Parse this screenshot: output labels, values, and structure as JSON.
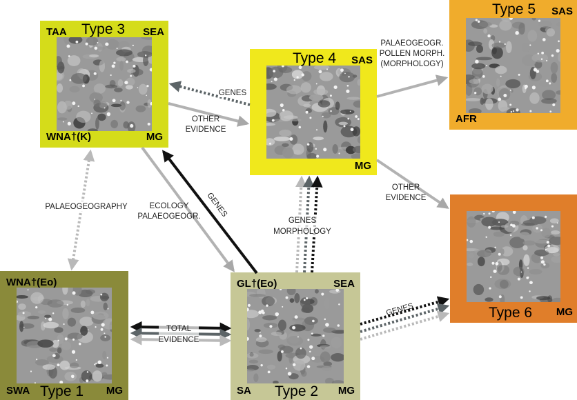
{
  "boxes": {
    "type1": {
      "title": "Type 1",
      "tl": "WNA†(Eo)",
      "bl": "SWA",
      "br": "MG",
      "color": "#8a8a3a"
    },
    "type2": {
      "title": "Type 2",
      "tl": "GL†(Eo)",
      "tr": "SEA",
      "bl": "SA",
      "br": "MG",
      "color": "#c6c796"
    },
    "type3": {
      "title": "Type 3",
      "tl": "TAA",
      "tr": "SEA",
      "bl": "WNA†(K)",
      "br": "MG",
      "color": "#d5dc1a"
    },
    "type4": {
      "title": "Type 4",
      "tr": "SAS",
      "br": "MG",
      "color": "#f0e81c"
    },
    "type5": {
      "title": "Type 5",
      "tr": "SAS",
      "bl": "AFR",
      "color": "#f0ac2c"
    },
    "type6": {
      "title": "Type 6",
      "br": "MG",
      "color": "#e07e2a"
    }
  },
  "arrow_labels": {
    "genes_3_4": "GENES",
    "other_evidence_3_4": [
      "OTHER",
      "EVIDENCE"
    ],
    "palaeo_4_5": [
      "PALAEOGEOGR.",
      "POLLEN MORPH.",
      "(MORPHOLOGY)"
    ],
    "other_evidence_4_6": [
      "OTHER",
      "EVIDENCE"
    ],
    "palaeogeography_1_3": "PALAEOGEOGRAPHY",
    "ecology_3_2": [
      "ECOLOGY",
      "PALAEOGEOGR."
    ],
    "genes_2_3": "GENES",
    "genes_morphology_2_4": [
      "GENES",
      "MORPHOLOGY"
    ],
    "total_evidence_1_2": [
      "TOTAL",
      "EVIDENCE"
    ],
    "genes_2_6": "GENES"
  }
}
